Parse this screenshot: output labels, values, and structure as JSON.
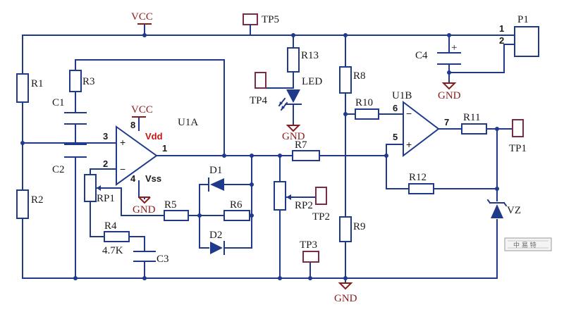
{
  "power": {
    "vcc": "VCC",
    "gnd": "GND"
  },
  "u1a": {
    "name": "U1A",
    "vcc": "VCC",
    "gnd": "GND",
    "pin8": "8",
    "pin4": "4",
    "pin3": "3",
    "pin2": "2",
    "pin1": "1",
    "vdd": "Vdd",
    "vss": "Vss",
    "plus": "+",
    "minus": "−"
  },
  "u1b": {
    "name": "U1B",
    "pin6": "6",
    "pin5": "5",
    "pin7": "7",
    "plus": "+",
    "minus": "−"
  },
  "resistors": {
    "r1": "R1",
    "r2": "R2",
    "r3": "R3",
    "r4": "R4",
    "r4_value": "4.7K",
    "r5": "R5",
    "r6": "R6",
    "r7": "R7",
    "r8": "R8",
    "r9": "R9",
    "r10": "R10",
    "r11": "R11",
    "r12": "R12",
    "r13": "R13"
  },
  "capacitors": {
    "c1": "C1",
    "c2": "C2",
    "c3": "C3",
    "c4": "C4",
    "c4_plus": "+"
  },
  "pots": {
    "rp1": "RP1",
    "rp2": "RP2"
  },
  "diodes": {
    "d1": "D1",
    "d2": "D2",
    "vz": "VZ",
    "led": "LED"
  },
  "testpoints": {
    "tp1": "TP1",
    "tp2": "TP2",
    "tp3": "TP3",
    "tp4": "TP4",
    "tp5": "TP5"
  },
  "connector": {
    "name": "P1",
    "pin1": "1",
    "pin2": "2"
  },
  "watermark": {
    "text": "中 易 特"
  }
}
